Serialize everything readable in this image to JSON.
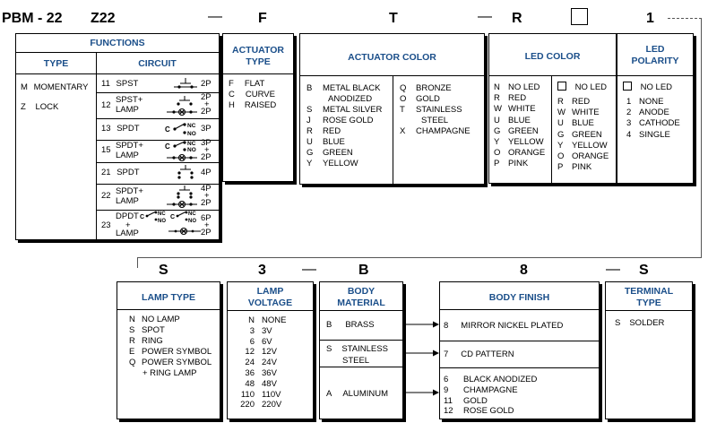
{
  "top": {
    "model": "PBM - 22",
    "code": "Z22",
    "sep1": "—",
    "c1": "F",
    "c2": "T",
    "sep2": "—",
    "c3": "R",
    "c5": "1"
  },
  "functions": {
    "title": "FUNCTIONS",
    "type_hdr": "TYPE",
    "circuit_hdr": "CIRCUIT",
    "types": [
      {
        "code": "M",
        "label": "MOMENTARY"
      },
      {
        "code": "Z",
        "label": "LOCK"
      }
    ],
    "circuits": [
      {
        "num": "11",
        "name": "SPST",
        "pole": "2P"
      },
      {
        "num": "12",
        "name": "SPST+",
        "name2": "LAMP",
        "pole": "2P",
        "pole2": "+",
        "pole3": "2P"
      },
      {
        "num": "13",
        "name": "SPDT",
        "pole": "3P"
      },
      {
        "num": "15",
        "name": "SPDT+",
        "name2": "LAMP",
        "pole": "3P",
        "pole2": "+",
        "pole3": "2P"
      },
      {
        "num": "21",
        "name": "SPDT",
        "pole": "4P"
      },
      {
        "num": "22",
        "name": "SPDT+",
        "name2": "LAMP",
        "pole": "4P",
        "pole2": "+",
        "pole3": "2P"
      },
      {
        "num": "23",
        "name": "DPDT",
        "name2": "+",
        "name3": "LAMP",
        "pole": "6P",
        "pole2": "+",
        "pole3": "2P"
      }
    ],
    "sym_c": "C",
    "sym_nc": "NC",
    "sym_no": "NO"
  },
  "actuator_type": {
    "title1": "ACTUATOR",
    "title2": "TYPE",
    "items": [
      {
        "code": "F",
        "label": "FLAT"
      },
      {
        "code": "C",
        "label": "CURVE"
      },
      {
        "code": "H",
        "label": "RAISED"
      }
    ]
  },
  "actuator_color": {
    "title": "ACTUATOR COLOR",
    "left": [
      {
        "code": "B",
        "label": "METAL BLACK",
        "label2": "ANODIZED"
      },
      {
        "code": "S",
        "label": "METAL SILVER"
      },
      {
        "code": "J",
        "label": "ROSE GOLD"
      },
      {
        "code": "R",
        "label": "RED"
      },
      {
        "code": "U",
        "label": "BLUE"
      },
      {
        "code": "G",
        "label": "GREEN"
      },
      {
        "code": "Y",
        "label": "YELLOW"
      }
    ],
    "right": [
      {
        "code": "Q",
        "label": "BRONZE"
      },
      {
        "code": "O",
        "label": "GOLD"
      },
      {
        "code": "T",
        "label": "STAINLESS",
        "label2": "STEEL"
      },
      {
        "code": "X",
        "label": "CHAMPAGNE"
      }
    ]
  },
  "led_color": {
    "title": "LED COLOR",
    "left": [
      {
        "code": "N",
        "label": "NO LED"
      },
      {
        "code": "R",
        "label": "RED"
      },
      {
        "code": "W",
        "label": "WHITE"
      },
      {
        "code": "U",
        "label": "BLUE"
      },
      {
        "code": "G",
        "label": "GREEN"
      },
      {
        "code": "Y",
        "label": "YELLOW"
      },
      {
        "code": "O",
        "label": "ORANGE"
      },
      {
        "code": "P",
        "label": "PINK"
      }
    ],
    "right_first": "NO LED",
    "right": [
      {
        "code": "R",
        "label": "RED"
      },
      {
        "code": "W",
        "label": "WHITE"
      },
      {
        "code": "U",
        "label": "BLUE"
      },
      {
        "code": "G",
        "label": "GREEN"
      },
      {
        "code": "Y",
        "label": "YELLOW"
      },
      {
        "code": "O",
        "label": "ORANGE"
      },
      {
        "code": "P",
        "label": "PINK"
      }
    ]
  },
  "led_polarity": {
    "title1": "LED",
    "title2": "POLARITY",
    "first": "NO LED",
    "items": [
      {
        "code": "1",
        "label": "NONE"
      },
      {
        "code": "2",
        "label": "ANODE"
      },
      {
        "code": "3",
        "label": "CATHODE"
      },
      {
        "code": "4",
        "label": "SINGLE"
      }
    ]
  },
  "bottom": {
    "c1": "S",
    "c2": "3",
    "sep": "—",
    "c3": "B",
    "c4": "8",
    "sep2": "—",
    "c5": "S"
  },
  "lamp_type": {
    "title": "LAMP TYPE",
    "items": [
      {
        "code": "N",
        "label": "NO LAMP"
      },
      {
        "code": "S",
        "label": "SPOT"
      },
      {
        "code": "R",
        "label": "RING"
      },
      {
        "code": "E",
        "label": "POWER SYMBOL"
      },
      {
        "code": "Q",
        "label": "POWER SYMBOL"
      }
    ],
    "extra": "+ RING LAMP"
  },
  "lamp_voltage": {
    "title1": "LAMP",
    "title2": "VOLTAGE",
    "items": [
      {
        "code": "N",
        "label": "NONE"
      },
      {
        "code": "3",
        "label": "3V"
      },
      {
        "code": "6",
        "label": "6V"
      },
      {
        "code": "12",
        "label": "12V"
      },
      {
        "code": "24",
        "label": "24V"
      },
      {
        "code": "36",
        "label": "36V"
      },
      {
        "code": "48",
        "label": "48V"
      },
      {
        "code": "110",
        "label": "110V"
      },
      {
        "code": "220",
        "label": "220V"
      }
    ]
  },
  "body_material": {
    "title1": "BODY",
    "title2": "MATERIAL",
    "items": [
      {
        "code": "B",
        "label": "BRASS"
      },
      {
        "code": "S",
        "label": "STAINLESS",
        "label2": "STEEL"
      },
      {
        "code": "A",
        "label": "ALUMINUM"
      }
    ]
  },
  "body_finish": {
    "title": "BODY FINISH",
    "g1": [
      {
        "code": "8",
        "label": "MIRROR NICKEL PLATED"
      }
    ],
    "g2": [
      {
        "code": "7",
        "label": "CD PATTERN"
      }
    ],
    "g3": [
      {
        "code": "6",
        "label": "BLACK ANODIZED"
      },
      {
        "code": "9",
        "label": "CHAMPAGNE"
      },
      {
        "code": "11",
        "label": "GOLD"
      },
      {
        "code": "12",
        "label": "ROSE GOLD"
      }
    ]
  },
  "terminal_type": {
    "title1": "TERMINAL",
    "title2": "TYPE",
    "items": [
      {
        "code": "S",
        "label": "SOLDER"
      }
    ]
  }
}
